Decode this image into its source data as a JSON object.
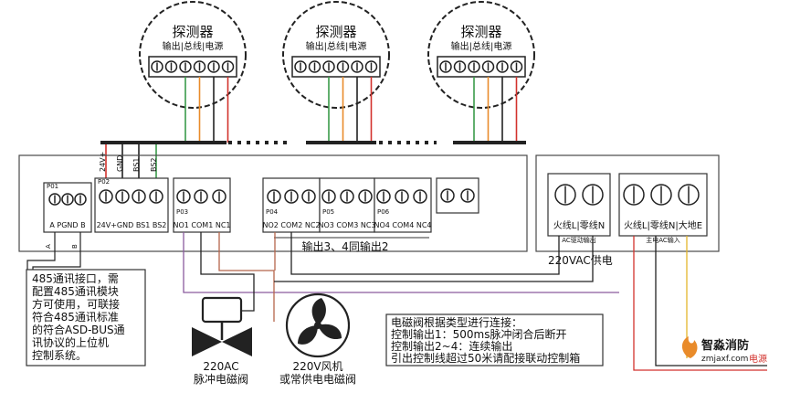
{
  "detectors": [
    {
      "title": "探测器",
      "labels": "输出|总线|电源"
    },
    {
      "title": "探测器",
      "labels": "输出|总线|电源"
    },
    {
      "title": "探测器",
      "labels": "输出|总线|电源"
    }
  ],
  "colors": {
    "red": "#d2322d",
    "orange": "#e98b2a",
    "green": "#3a9b4a",
    "black": "#222222",
    "purple": "#8a5a9e",
    "brown": "#b5654a",
    "yellow": "#e3b52b",
    "module": "#4a4a4a"
  },
  "main_module": {
    "wire_labels": [
      "24V+",
      "GND",
      "BS1",
      "BS2"
    ],
    "blocks": [
      {
        "code": "P01",
        "labels": "A PGND B"
      },
      {
        "code": "P02",
        "labels": "24V+GND BS1 BS2"
      },
      {
        "code": "P03",
        "labels": "NO1 COM1 NC1"
      },
      {
        "code": "P04",
        "labels": "NO2 COM2 NC2"
      },
      {
        "code": "P05",
        "labels": "NO3 COM3 NC3"
      },
      {
        "code": "P06",
        "labels": "NO4 COM4 NC4"
      }
    ],
    "ab_labels": [
      "A",
      "B"
    ],
    "output_note": "输出3、4同输出2"
  },
  "power_module": {
    "left_block": {
      "labels": "火线L|零线N",
      "sub": "AC驱动输出"
    },
    "right_block": {
      "labels": "火线L|零线N|大地E",
      "sub": "主电AC输入"
    },
    "caption": "220VAC供电"
  },
  "notes": {
    "rs485": [
      "485通讯接口，需",
      "配置485通讯模块",
      "方可使用，可联接",
      "符合485通讯标准",
      "的符合ASD-BUS通",
      "讯协议的上位机",
      "控制系统。"
    ],
    "valve_info": [
      "电磁阀根据类型进行连接：",
      "控制输出1：500ms脉冲闭合后断开",
      "控制输出2~4：连续输出",
      "引出控制线超过50米请配接联动控制箱"
    ]
  },
  "devices": {
    "valve": [
      "220AC",
      "脉冲电磁阀"
    ],
    "fan": [
      "220V风机",
      "或常供电电磁阀"
    ]
  },
  "watermark": {
    "brand": "智淼消防",
    "url": "zmjaxf.com",
    "tail": "电源"
  }
}
